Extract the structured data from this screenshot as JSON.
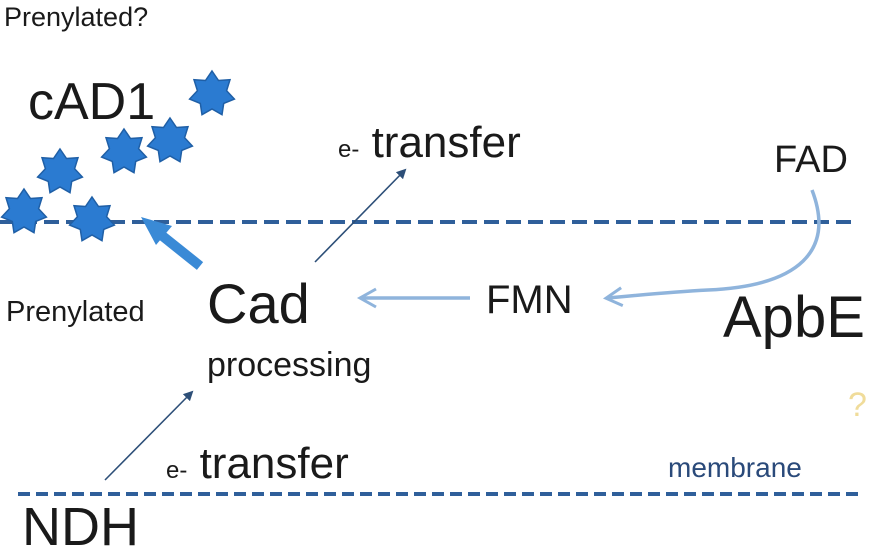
{
  "labels": {
    "prenylated_question": "Prenylated?",
    "cad1": "cAD1",
    "e_transfer_top_prefix": "e-",
    "e_transfer_top_word": "transfer",
    "fad": "FAD",
    "prenylated": "Prenylated",
    "cad": "Cad",
    "processing": "processing",
    "fmn": "FMN",
    "apbe": "ApbE",
    "question_mark": "?",
    "e_transfer_bottom_prefix": "e-",
    "e_transfer_bottom_word": "transfer",
    "membrane": "membrane",
    "ndh": "NDH"
  },
  "colors": {
    "star_fill": "#2b7bd1",
    "star_stroke": "#1f5fa6",
    "dashed_line": "#2f5f9a",
    "thin_arrow": "#2d4f78",
    "light_arrow": "#8fb4dc",
    "thick_arrow": "#3a8ad6",
    "question_mark": "#f0dc9a",
    "membrane_text": "#2a4a7a"
  },
  "icons": {
    "peptide_star": "seven-point-star-icon"
  }
}
